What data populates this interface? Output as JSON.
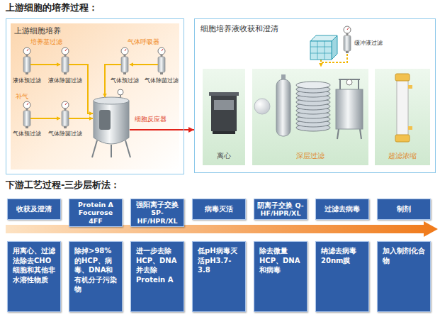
{
  "diagram": {
    "nodes": [
      {
        "text": [
          "上游细胞培养"
        ]
      },
      {
        "text": [
          "细胞培养液收获和澄清"
        ]
      },
      {
        "text": [
          "离心"
        ],
        "in": 1
      },
      {
        "text": [
          "深层过滤"
        ],
        "in": 1
      },
      {
        "text": [
          "超滤浓缩"
        ],
        "in": 1
      },
      {
        "text": [
          "收获及澄清"
        ]
      },
      {
        "text": [
          "Protein A Focurose 4FF"
        ]
      },
      {
        "text": [
          "强阳离子交换 SP-HF/HPR/XL"
        ]
      },
      {
        "text": [
          "病毒灭活"
        ]
      },
      {
        "text": [
          "阴离子交换 Q-HF/HPR/XL"
        ]
      },
      {
        "text": [
          "过滤去病毒"
        ]
      },
      {
        "text": [
          "制剂"
        ]
      },
      {
        "text": [
          "用离心、过滤法除去CHO细胞和其他非水溶性物质"
        ]
      },
      {
        "text": [
          "除掉>98%的HCP、病毒、DNA和有机分子污染物"
        ]
      },
      {
        "text": [
          "进一步去除HCP、DNA并去除Protein A"
        ]
      },
      {
        "text": [
          "低pH病毒灭活pH3.7-3.8"
        ]
      },
      {
        "text": [
          "除去微量HCP、DNA和病毒"
        ]
      },
      {
        "text": [
          "纳滤去病毒20nm膜"
        ]
      },
      {
        "text": [
          "加入制剂化合物"
        ]
      }
    ],
    "edges": [
      {
        "from": 0,
        "to": 1,
        "arrow": "to"
      }
    ],
    "labels": [
      "上游细胞的培养过程：",
      "下游工艺过程-三步层析法：",
      "培养基过滤",
      "气体呼吸器",
      "液体预过滤",
      "液体除菌过滤",
      "气体预过滤",
      "气体除菌过滤",
      "补气",
      "气体预过滤",
      "气体除菌过滤",
      "细胞反应器",
      "缓冲液过滤"
    ]
  }
}
